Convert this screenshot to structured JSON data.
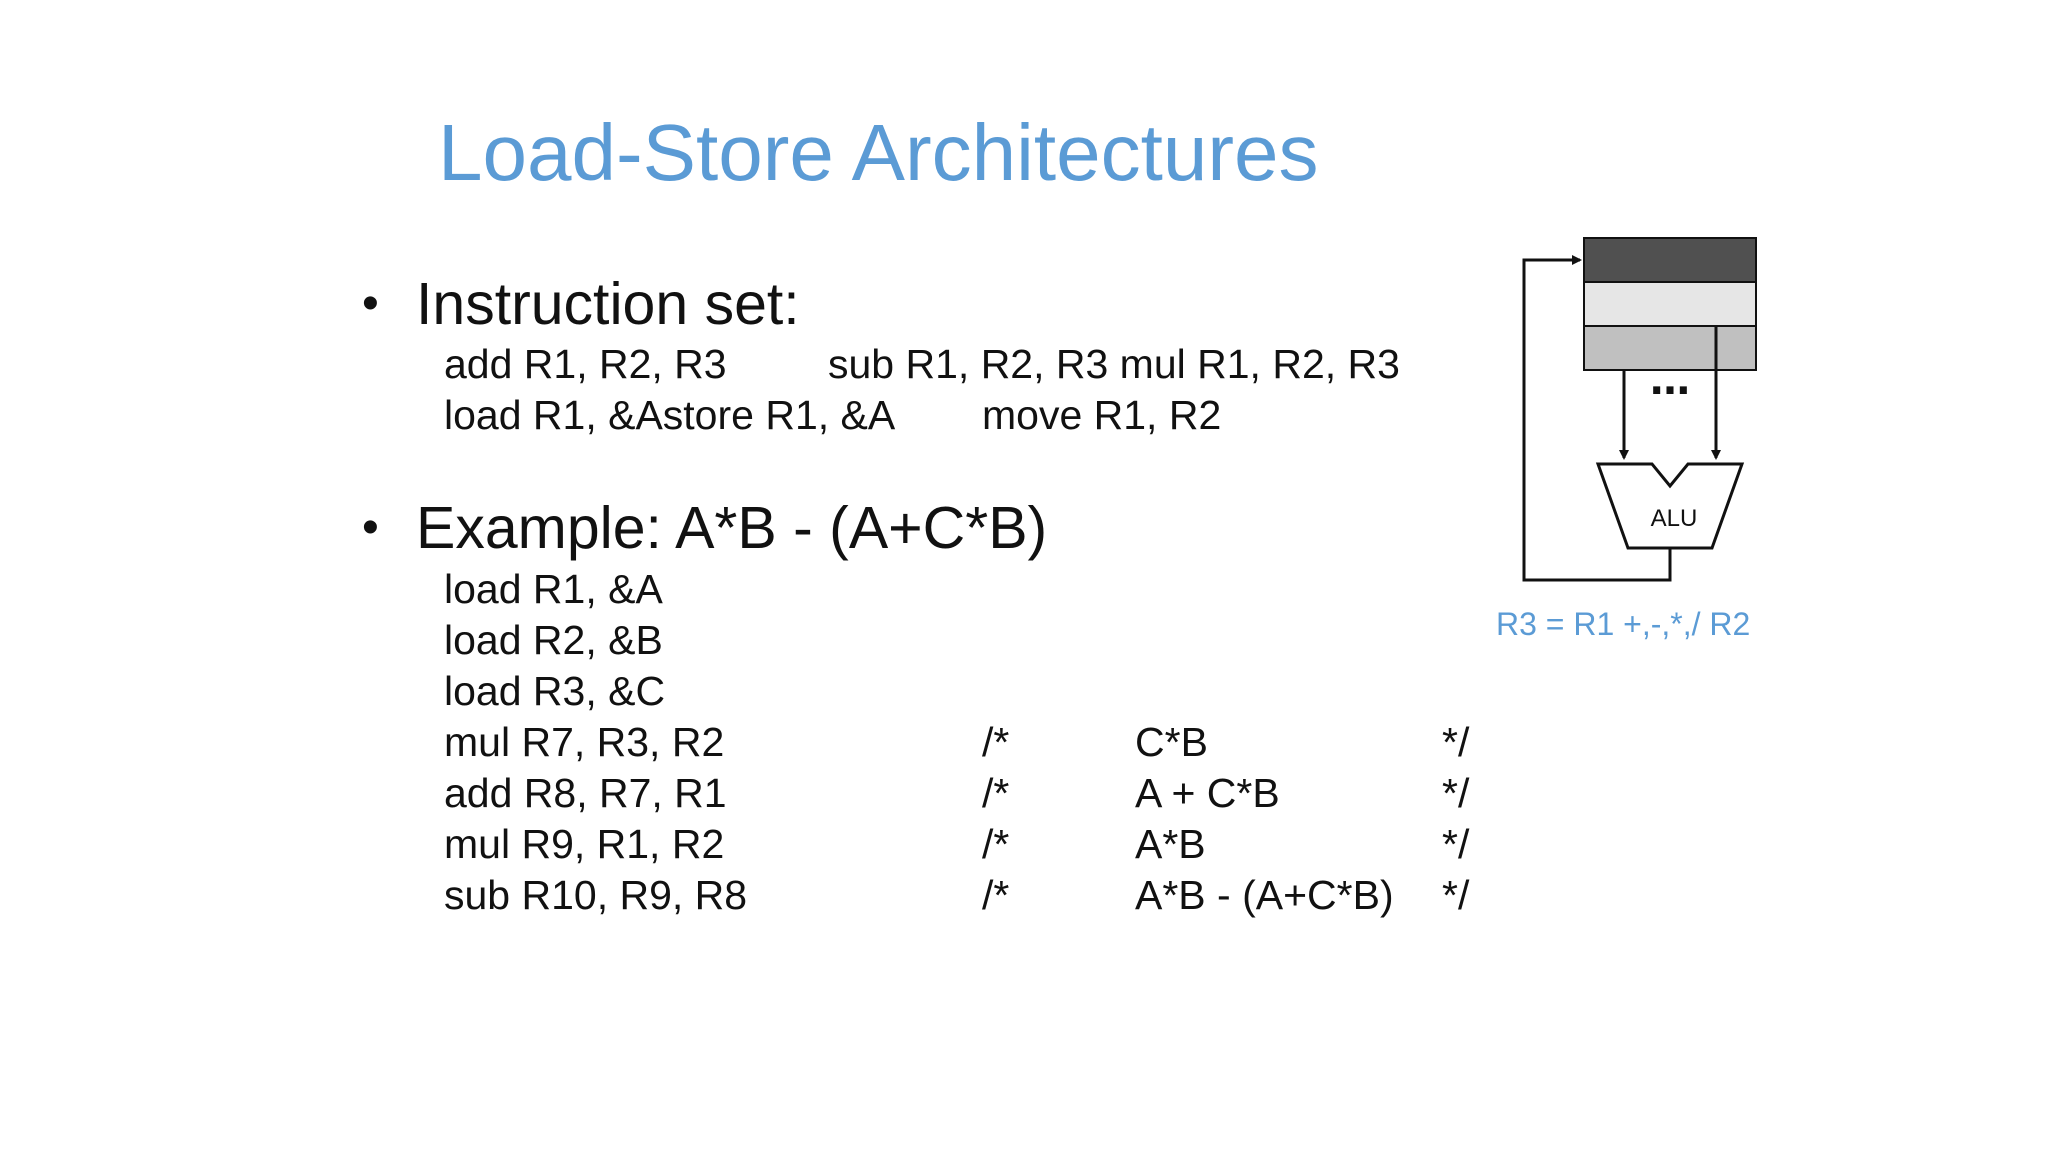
{
  "title": "Load-Store Architectures",
  "bullets": {
    "symbol": "•",
    "instruction_set": {
      "heading": "Instruction set:",
      "row1": {
        "add": "add R1,  R2, R3",
        "sub_mul": "sub R1, R2, R3 mul R1, R2, R3"
      },
      "row2": {
        "load_store": "load R1, &Astore R1, &A",
        "move": "move R1, R2"
      }
    },
    "example": {
      "heading": "Example: A*B - (A+C*B)",
      "loads": [
        "load R1, &A",
        "load R2, &B",
        "load R3, &C"
      ],
      "ops": [
        {
          "instr": "mul R7, R3, R2",
          "open": "/*",
          "comment": "C*B",
          "close": "*/"
        },
        {
          "instr": "add R8, R7, R1",
          "open": "/*",
          "comment": "A + C*B",
          "close": "*/"
        },
        {
          "instr": "mul R9, R1, R2",
          "open": "/*",
          "comment": "A*B",
          "close": "*/"
        },
        {
          "instr": "sub R10, R9, R8",
          "open": "/*",
          "comment": "A*B - (A+C*B)",
          "close": "*/"
        }
      ]
    }
  },
  "diagram": {
    "alu_label": "ALU",
    "ellipsis": "…",
    "caption": "R3 =  R1 +,-,*,/ R2",
    "colors": {
      "register_top": "#505050",
      "register_mid": "#e6e6e6",
      "register_bot": "#c0c0c0",
      "title_blue": "#5b9bd5"
    }
  }
}
